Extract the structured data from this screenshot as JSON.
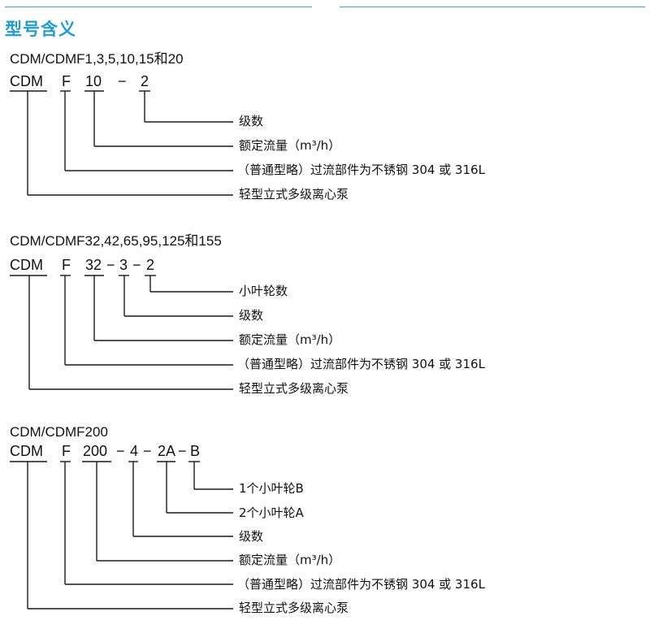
{
  "title": "型号含义",
  "sections": [
    {
      "header": "CDM/CDMF1,3,5,10,15和20",
      "codes": [
        "CDM",
        "F",
        "10",
        "−",
        "2"
      ],
      "descriptions": [
        "级数",
        "额定流量（m³/h）",
        "（普通型略）过流部件为不锈钢 304 或 316L",
        "轻型立式多级离心泵"
      ]
    },
    {
      "header": "CDM/CDMF32,42,65,95,125和155",
      "codes": [
        "CDM",
        "F",
        "32",
        "−",
        "3",
        "−",
        "2"
      ],
      "descriptions": [
        "小叶轮数",
        "级数",
        "额定流量（m³/h）",
        "（普通型略）过流部件为不锈钢 304 或 316L",
        "轻型立式多级离心泵"
      ]
    },
    {
      "header": "CDM/CDMF200",
      "codes": [
        "CDM",
        "F",
        "200",
        "−",
        "4",
        "−",
        "2A",
        "−",
        "B"
      ],
      "descriptions": [
        "1个小叶轮B",
        "2个小叶轮A",
        "级数",
        "额定流量（m³/h）",
        "（普通型略）过流部件为不锈钢 304 或 316L",
        "轻型立式多级离心泵"
      ]
    }
  ]
}
